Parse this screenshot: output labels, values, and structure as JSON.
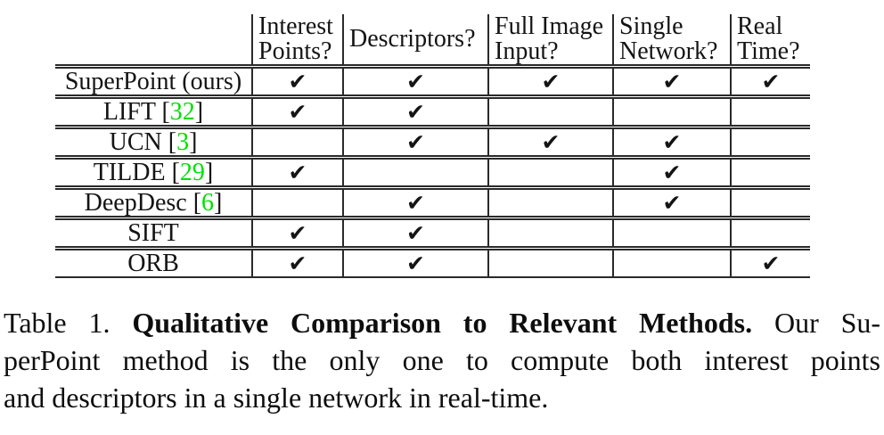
{
  "table": {
    "header": {
      "columns": [
        "Interest\nPoints?",
        "Descriptors?",
        "Full Image\nInput?",
        "Single\nNetwork?",
        "Real\nTime?"
      ]
    },
    "check_glyph": "✔",
    "cite_open": "[",
    "cite_close": "]",
    "rows": [
      {
        "method": "SuperPoint (ours)",
        "cite": null,
        "checks": [
          true,
          true,
          true,
          true,
          true
        ]
      },
      {
        "method": "LIFT",
        "cite": "32",
        "checks": [
          true,
          true,
          false,
          false,
          false
        ]
      },
      {
        "method": "UCN",
        "cite": "3",
        "checks": [
          false,
          true,
          true,
          true,
          false
        ]
      },
      {
        "method": "TILDE",
        "cite": "29",
        "checks": [
          true,
          false,
          false,
          true,
          false
        ]
      },
      {
        "method": "DeepDesc",
        "cite": "6",
        "checks": [
          false,
          true,
          false,
          true,
          false
        ]
      },
      {
        "method": "SIFT",
        "cite": null,
        "checks": [
          true,
          true,
          false,
          false,
          false
        ]
      },
      {
        "method": "ORB",
        "cite": null,
        "checks": [
          true,
          true,
          false,
          false,
          true
        ]
      }
    ],
    "colors": {
      "citation_green": "#00e000",
      "rule": "#2a2a2a",
      "text": "#141414"
    }
  },
  "caption": {
    "lines": [
      {
        "prefix": "Table 1. ",
        "bold": "Qualitative Comparison to Relevant Methods.",
        "suffix": " Our Su-"
      },
      {
        "text": "perPoint method is the only one to compute both interest points"
      },
      {
        "text": "and descriptors in a single network in real-time."
      }
    ]
  }
}
